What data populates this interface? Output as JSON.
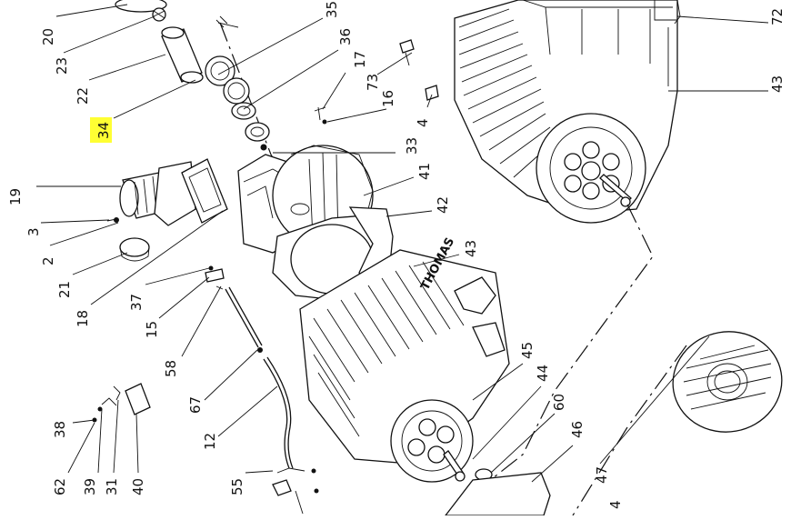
{
  "diagram": {
    "highlighted_callout": "34",
    "highlight_color": "#ffff33",
    "line_color": "#111111",
    "background": "#ffffff",
    "callouts": {
      "c20": "20",
      "c23": "23",
      "c22": "22",
      "c34": "34",
      "c35": "35",
      "c36": "36",
      "c17": "17",
      "c73": "73",
      "c16": "16",
      "c4a": "4",
      "c33": "33",
      "c41": "41",
      "c42": "42",
      "c43a": "43",
      "c43b": "43",
      "c72": "72",
      "c19": "19",
      "c3": "3",
      "c2": "2",
      "c21": "21",
      "c18": "18",
      "c37": "37",
      "c15": "15",
      "c58": "58",
      "c67": "67",
      "c12": "12",
      "c38": "38",
      "c62": "62",
      "c39": "39",
      "c31": "31",
      "c40": "40",
      "c55": "55",
      "c45": "45",
      "c44": "44",
      "c60": "60",
      "c46": "46",
      "c47": "47",
      "c4b": "4"
    },
    "housing_lettering": "THOMAS"
  }
}
